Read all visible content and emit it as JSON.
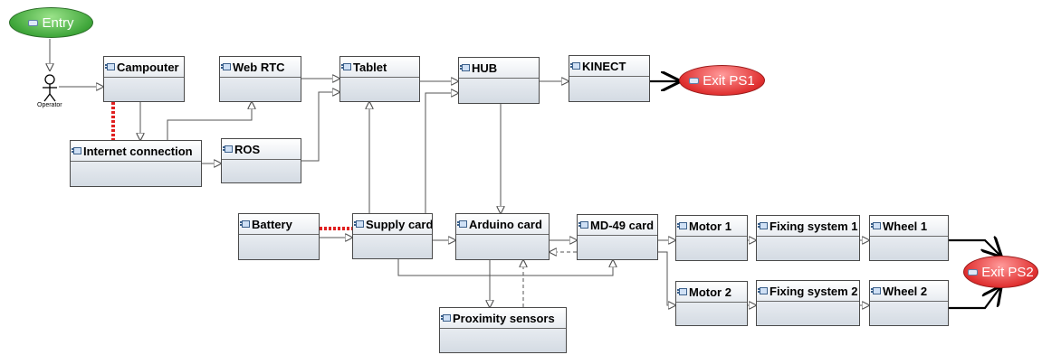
{
  "entry": {
    "label": "Entry"
  },
  "actor": {
    "label": "Operator"
  },
  "components": {
    "campouter": "Campouter",
    "webrtc": "Web RTC",
    "tablet": "Tablet",
    "hub": "HUB",
    "kinect": "KINECT",
    "internet": "Internet connection",
    "ros": "ROS",
    "battery": "Battery",
    "supply": "Supply card",
    "arduino": "Arduino card",
    "md49": "MD-49 card",
    "motor1": "Motor 1",
    "motor2": "Motor 2",
    "fixing1": "Fixing system 1",
    "fixing2": "Fixing system 2",
    "wheel1": "Wheel 1",
    "wheel2": "Wheel 2",
    "proximity": "Proximity sensors"
  },
  "exits": {
    "ps1": "Exit PS1",
    "ps2": "Exit PS2"
  },
  "colors": {
    "entry": "#3fa63a",
    "exit": "#e03030",
    "link_power": "#e02020",
    "line": "#4a4a4a"
  }
}
